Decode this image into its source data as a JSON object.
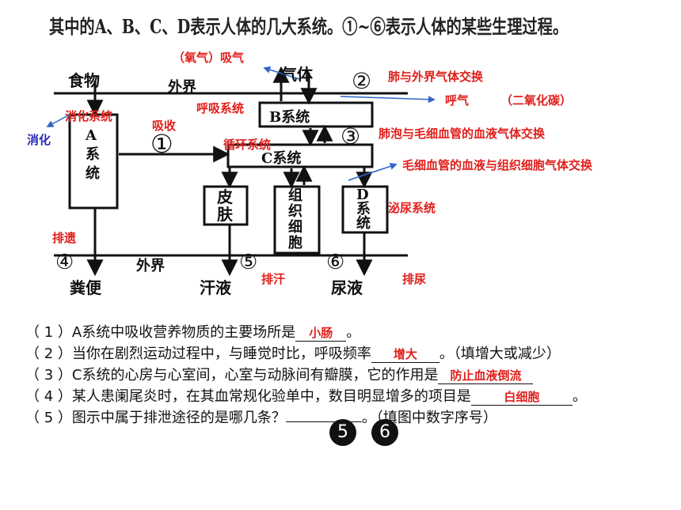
{
  "title": "其中的A、B、C、D表示人体的几大系统。①~⑥表示人体的某些生理过程。",
  "diagram": {
    "food": "食物",
    "outside_top": "外界",
    "gas": "气体",
    "p2": "②",
    "sysB": "B系统",
    "p3": "③",
    "p1": "①",
    "sysC": "C系统",
    "sysA": "A系统",
    "skin": "皮肤",
    "tissue": "组织细胞",
    "sysD": "D系统",
    "p4": "④",
    "outside_bottom": "外界",
    "p5": "⑤",
    "p6": "⑥",
    "feces": "粪便",
    "sweat": "汗液",
    "urine": "尿液"
  },
  "annotations": {
    "inhale": "（氧气）吸气",
    "lung_exchange": "肺与外界气体交换",
    "exhale": "呼气",
    "co2": "（二氧化碳）",
    "digestive": "消化系统",
    "respiratory": "呼吸系统",
    "absorb": "吸收",
    "digest": "消化",
    "alveoli_exchange": "肺泡与毛细血管的血液气体交换",
    "circulatory": "循环系统",
    "tissue_exchange": "毛细血管的血液与组织细胞气体交换",
    "urinary": "泌尿系统",
    "egest": "排遗",
    "sweating": "排汗",
    "urinate": "排尿"
  },
  "questions": [
    {
      "pre": "（ 1 ）A系统中吸收营养物质的主要场所是",
      "answer": "小肠",
      "post": "。"
    },
    {
      "pre": "（ 2 ）当你在剧烈运动过程中，与睡觉时比，呼吸频率",
      "answer": "增大",
      "post": "。（填增大或减少）"
    },
    {
      "pre": "（ 3 ）C系统的心房与心室间，心室与动脉间有瓣膜，它的作用是",
      "answer": "防止血液倒流",
      "post": ""
    },
    {
      "pre": "（ 4 ）某人患阑尾炎时，在其血常规化验单中，数目明显增多的项目是",
      "answer": "白细胞",
      "post": "。"
    },
    {
      "pre": "（ 5 ）图示中属于排泄途径的是哪几条？",
      "answer": "",
      "post": "。（填图中数字序号）"
    }
  ],
  "answer_circles": [
    "5",
    "6"
  ]
}
